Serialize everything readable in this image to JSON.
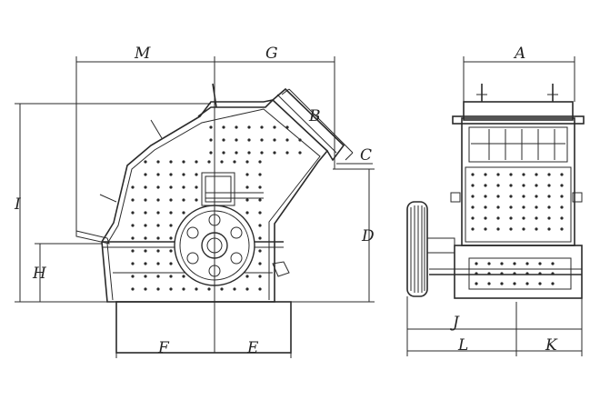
{
  "diagram": {
    "labels": {
      "M": "M",
      "G": "G",
      "A": "A",
      "B": "B",
      "C": "C",
      "I": "I",
      "D": "D",
      "H": "H",
      "F": "F",
      "E": "E",
      "J": "J",
      "L": "L",
      "K": "K"
    },
    "colors": {
      "line": "#2a2a2a",
      "background": "#ffffff"
    }
  }
}
